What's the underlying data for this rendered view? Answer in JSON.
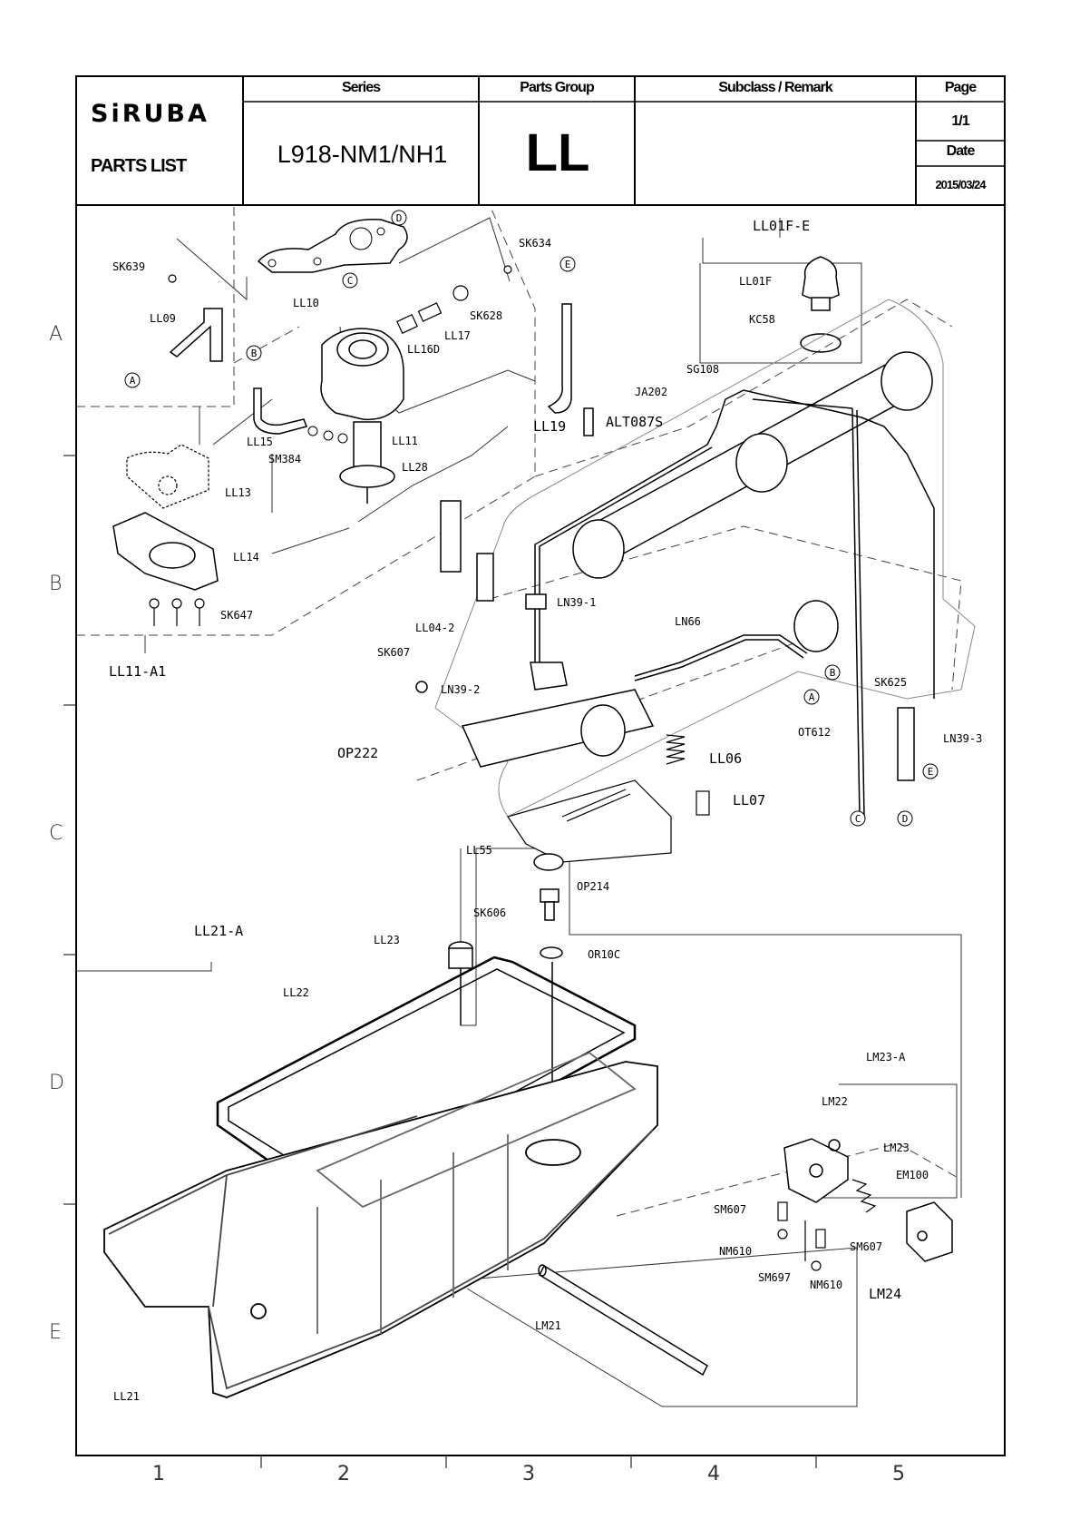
{
  "header": {
    "brand": "SiRUBA",
    "parts_list": "PARTS LIST",
    "series_label": "Series",
    "series_value": "L918-NM1/NH1",
    "group_label": "Parts Group",
    "group_value": "LL",
    "subclass_label": "Subclass / Remark",
    "page_label": "Page",
    "page_value": "1/1",
    "date_label": "Date",
    "date_value": "2015/03/24"
  },
  "grid": {
    "rows": [
      "A",
      "B",
      "C",
      "D",
      "E"
    ],
    "columns": [
      "1",
      "2",
      "3",
      "4",
      "5"
    ]
  },
  "parts": {
    "ll01fe": "LL01F-E",
    "ll01f": "LL01F",
    "kc58": "KC58",
    "sg108": "SG108",
    "ja202": "JA202",
    "alt087s": "ALT087S",
    "sk639": "SK639",
    "sk634": "SK634",
    "ll09": "LL09",
    "ll10": "LL10",
    "sk628": "SK628",
    "ll17": "LL17",
    "ll16d": "LL16D",
    "ll19": "LL19",
    "ll15": "LL15",
    "sm384": "SM384",
    "ll11": "LL11",
    "ll28": "LL28",
    "ll13": "LL13",
    "ll14": "LL14",
    "sk647": "SK647",
    "ll11a1": "LL11-A1",
    "ln391": "LN39-1",
    "ll042": "LL04-2",
    "sk607": "SK607",
    "ln392": "LN39-2",
    "ln66": "LN66",
    "sk625": "SK625",
    "ln393": "LN39-3",
    "ot612": "OT612",
    "op222": "OP222",
    "ll06": "LL06",
    "ll07": "LL07",
    "op214": "OP214",
    "ll55": "LL55",
    "sk606": "SK606",
    "or10c": "OR10C",
    "ll21a": "LL21-A",
    "ll23": "LL23",
    "ll22": "LL22",
    "lm23a": "LM23-A",
    "lm22": "LM22",
    "lm23": "LM23",
    "em100": "EM100",
    "sm607a": "SM607",
    "sm607b": "SM607",
    "nm610a": "NM610",
    "nm610b": "NM610",
    "sm697": "SM697",
    "lm24": "LM24",
    "lm21": "LM21",
    "ll21": "LL21"
  },
  "callouts": {
    "a": "A",
    "b": "B",
    "c": "C",
    "d": "D",
    "e": "E"
  }
}
